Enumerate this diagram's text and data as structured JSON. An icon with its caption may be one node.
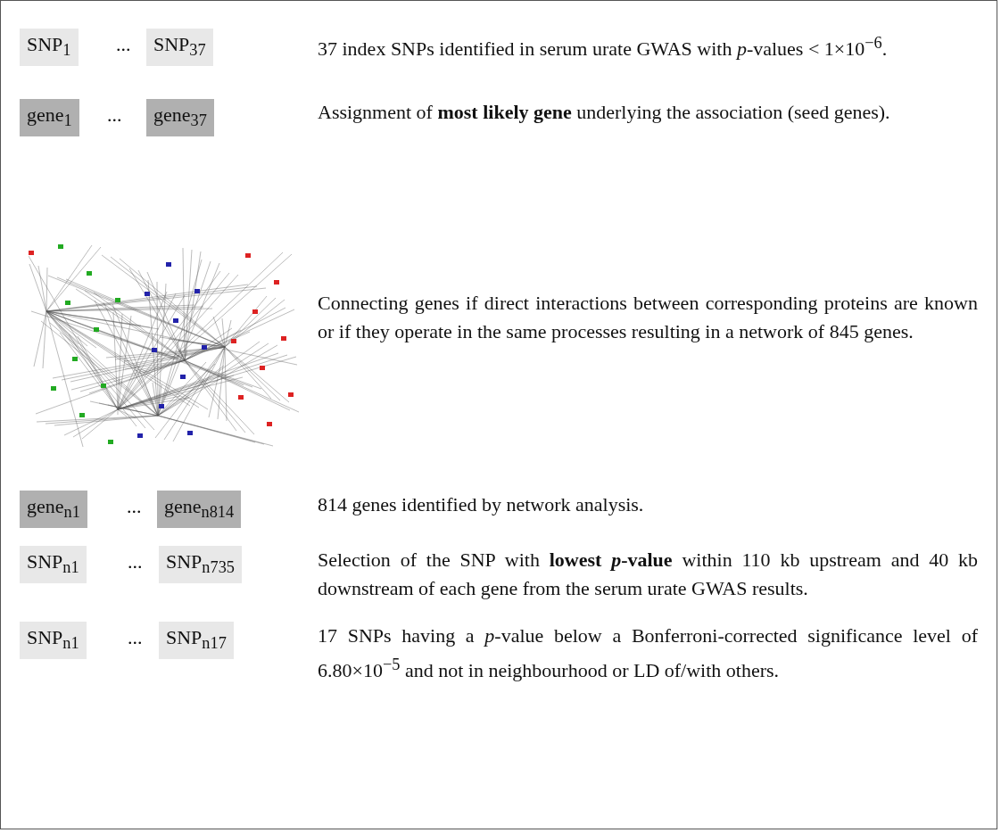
{
  "diagram": {
    "nodes": [
      {
        "text": [
          "SNP$_{1}$"
        ]
      },
      {
        "text": [
          "SNP$_{37}$"
        ]
      },
      {
        "text": [
          "gene$_{1}$"
        ]
      },
      {
        "text": [
          "gene$_{37}$"
        ]
      },
      {
        "text": [],
        "shape": "picture"
      },
      {
        "text": [
          "gene$_{n1}$"
        ]
      },
      {
        "text": [
          "gene$_{n814}$"
        ]
      },
      {
        "text": [
          "SNP$_{n1}$"
        ]
      },
      {
        "text": [
          "SNP$_{n735}$"
        ]
      },
      {
        "text": [
          "SNP$_{n1}$"
        ]
      },
      {
        "text": [
          "SNP$_{n17}$"
        ]
      }
    ],
    "edges": [],
    "labels": [
      "...",
      "37 index SNPs identified in serum urate GWAS with *p*-values < 1×10$^{−6}$.",
      "...",
      "Assignment of **most likely gene** underlying the association (seed genes).",
      "Connecting genes if direct interactions between corresponding proteins are known or if they operate in the same processes resulting in a network of 845 genes.",
      "...",
      "814 genes identified by network analysis.",
      "...",
      "Selection of the SNP with **lowest *p*-value** within 110 kb upstream and 40 kb downstream of each gene from the serum urate GWAS results.",
      "...",
      "17 SNPs having a *p*-value below a Bonferroni-corrected significance level of 6.80×10$^{−5}$ and not in neighbourhood or LD of/with others."
    ]
  }
}
